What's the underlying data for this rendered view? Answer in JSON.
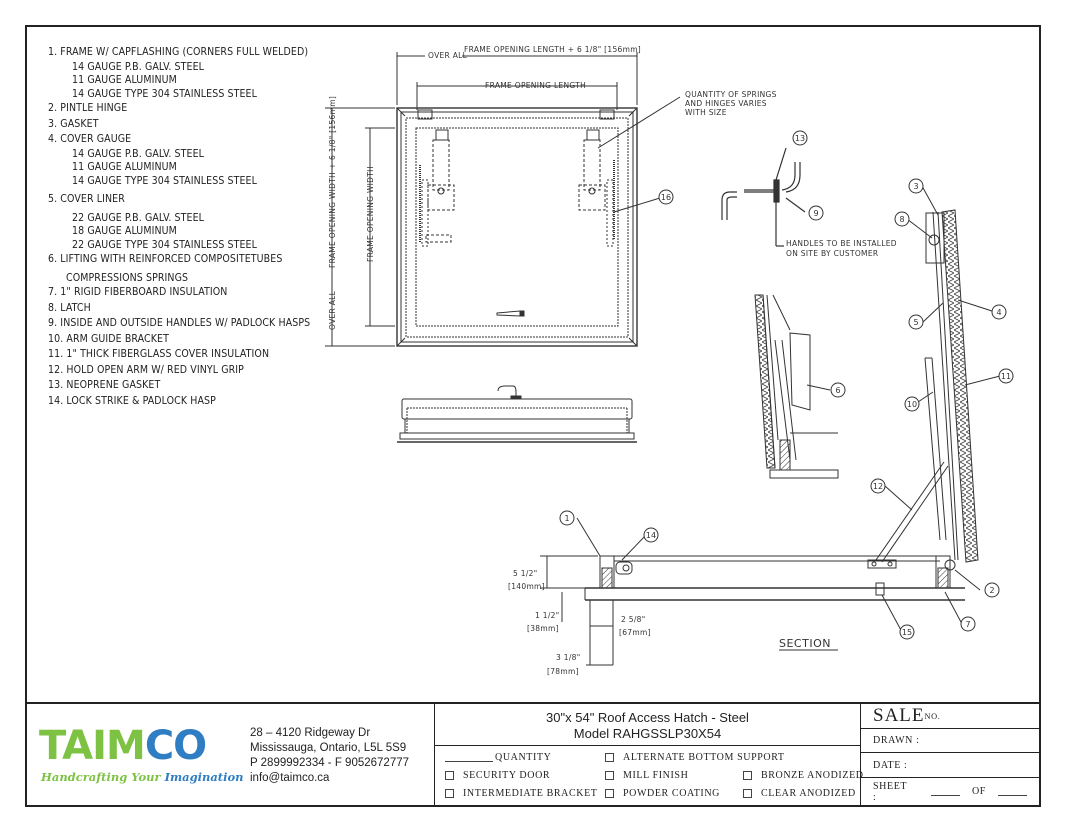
{
  "notes": {
    "items": [
      {
        "label": "1.  FRAME W/ CAPFLASHING (CORNERS FULL WELDED)",
        "subs": [
          "14 GAUGE P.B. GALV. STEEL",
          "11 GAUGE ALUMINUM",
          "14 GAUGE TYPE 304 STAINLESS STEEL"
        ]
      },
      {
        "label": "2.  PINTLE HINGE",
        "subs": []
      },
      {
        "label": "3.  GASKET",
        "subs": []
      },
      {
        "label": "4.  COVER GAUGE",
        "subs": [
          "14 GAUGE P.B. GALV. STEEL",
          "11 GAUGE ALUMINUM",
          "14 GAUGE TYPE 304 STAINLESS STEEL"
        ]
      },
      {
        "label": "5.  COVER LINER",
        "subs": [
          "22 GAUGE P.B. GALV. STEEL",
          "18 GAUGE ALUMINUM",
          "22 GAUGE TYPE 304 STAINLESS STEEL"
        ]
      },
      {
        "label": "6.  LIFTING WITH REINFORCED COMPOSITETUBES",
        "subs": [
          "COMPRESSIONS SPRINGS"
        ]
      },
      {
        "label": "7.  1\" RIGID FIBERBOARD INSULATION",
        "subs": []
      },
      {
        "label": "8.  LATCH",
        "subs": []
      },
      {
        "label": "9.  INSIDE AND OUTSIDE HANDLES W/ PADLOCK HASPS",
        "subs": []
      },
      {
        "label": "10. ARM GUIDE BRACKET",
        "subs": []
      },
      {
        "label": "11. 1\" THICK FIBERGLASS COVER INSULATION",
        "subs": []
      },
      {
        "label": "12. HOLD OPEN ARM W/ RED VINYL GRIP",
        "subs": []
      },
      {
        "label": "13. NEOPRENE GASKET",
        "subs": []
      },
      {
        "label": "14. LOCK STRIKE & PADLOCK HASP",
        "subs": []
      }
    ]
  },
  "plan_view": {
    "overall_length_label": "OVER ALL",
    "overall_length_formula": "FRAME OPENING LENGTH + 6 1/8\" [156mm]",
    "opening_length_label": "FRAME OPENING LENGTH",
    "overall_width_label": "OVER ALL",
    "overall_width_formula": "FRAME OPENING WIDTH + 6 1/8\" [156mm]",
    "opening_width_label": "FRAME OPENING WIDTH",
    "springs_note": [
      "QUANTITY OF SPRINGS",
      "AND HINGES VARIES",
      "WITH SIZE"
    ],
    "callout_16": "16"
  },
  "handle_detail": {
    "callout_13": "13",
    "callout_9": "9",
    "note": [
      "HANDLES TO BE INSTALLED",
      "ON SITE BY CUSTOMER"
    ]
  },
  "section": {
    "title": "SECTION",
    "callouts": [
      "1",
      "14",
      "3",
      "8",
      "5",
      "4",
      "11",
      "10",
      "12",
      "2",
      "7",
      "15",
      "6"
    ],
    "dims": {
      "height": "5 1/2\"",
      "height_mm": "[140mm]",
      "base": "1 1/2\"",
      "base_mm": "[38mm]",
      "flange": "2 5/8\"",
      "flange_mm": "[67mm]",
      "overall": "3 1/8\"",
      "overall_mm": "[78mm]"
    }
  },
  "title_block": {
    "logo": {
      "green_part": "TAIM",
      "blue_part": "CO",
      "tag_green": "Handcrafting Your ",
      "tag_blue": "Imagination",
      "green": "#7dc242",
      "blue": "#2f7ec4"
    },
    "address": [
      "28 – 4120 Ridgeway Dr",
      "Mississauga, Ontario, L5L 5S9",
      "P 2899992334 - F 9052672777",
      "info@taimco.ca"
    ],
    "product_title": "30\"x 54\" Roof Access Hatch - Steel",
    "model": "Model RAHGSSLP30X54",
    "options": {
      "quantity": "QUANTITY",
      "security_door": "SECURITY DOOR",
      "intermediate_bracket": "INTERMEDIATE BRACKET",
      "alt_bottom_support": "ALTERNATE BOTTOM SUPPORT",
      "mill_finish": "MILL FINISH",
      "powder_coating": "POWDER COATING",
      "bronze_anodized": "BRONZE ANODIZED",
      "clear_anodized": "CLEAR ANODIZED"
    },
    "sale": "SALE",
    "sale_no": "NO.",
    "drawn": "DRAWN :",
    "date": "DATE :",
    "sheet": "SHEET :",
    "of": "OF"
  }
}
